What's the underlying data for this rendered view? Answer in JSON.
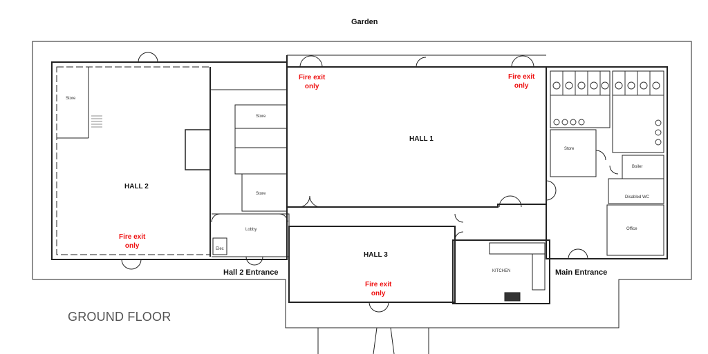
{
  "outside": {
    "garden": "Garden"
  },
  "floor_title": "GROUND FLOOR",
  "halls": {
    "hall1": "HALL 1",
    "hall2": "HALL 2",
    "hall3": "HALL 3"
  },
  "rooms": {
    "store_hall2": "Store",
    "store_upper": "Store",
    "store_lower": "Store",
    "store_right": "Store",
    "lobby": "Lobby",
    "boiler": "Boiler",
    "disabled_wc": "Disabled WC",
    "office": "Office",
    "kitchen": "KITCHEN",
    "elec": "Elec"
  },
  "entrances": {
    "hall2": "Hall 2 Entrance",
    "main": "Main Entrance"
  },
  "fire_exits": [
    {
      "line1": "Fire exit",
      "line2": "only"
    },
    {
      "line1": "Fire exit",
      "line2": "only"
    },
    {
      "line1": "Fire exit",
      "line2": "only"
    },
    {
      "line1": "Fire exit",
      "line2": "only"
    }
  ]
}
